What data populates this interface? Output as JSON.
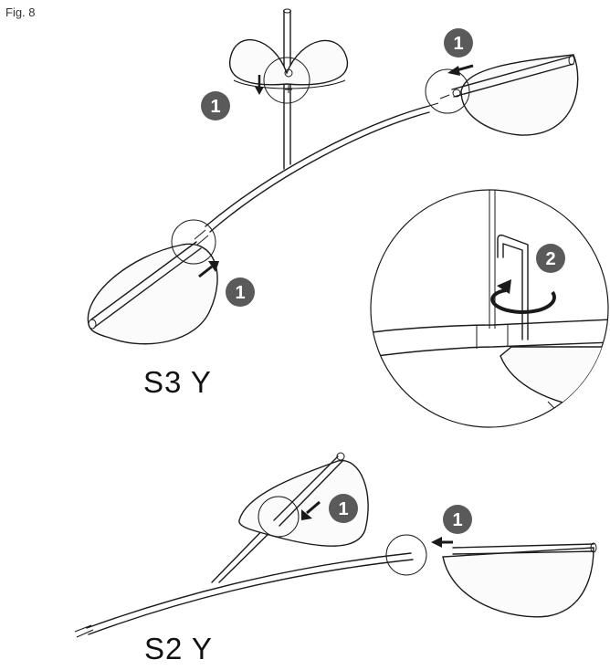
{
  "figure": {
    "label": "Fig. 8"
  },
  "models": {
    "top": "S3 Y",
    "bottom": "S2 Y"
  },
  "steps": {
    "one": "1",
    "two": "2"
  },
  "colors": {
    "badge": "#5a5a5a",
    "ink": "#1a1a1a",
    "background": "#ffffff"
  }
}
